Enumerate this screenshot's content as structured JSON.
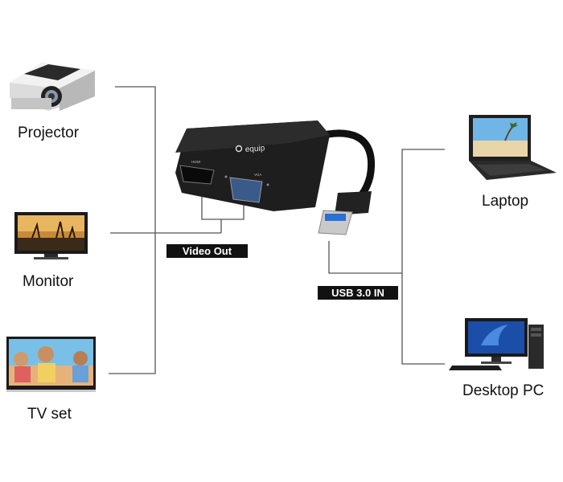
{
  "devices_left": {
    "projector": "Projector",
    "monitor": "Monitor",
    "tv": "TV set"
  },
  "devices_right": {
    "laptop": "Laptop",
    "desktop": "Desktop PC"
  },
  "tags": {
    "video_out": "Video Out",
    "usb_in": "USB 3.0 IN"
  },
  "adapter": {
    "brand": "equip",
    "hdmi_port_label": "HDMI",
    "vga_port_label": "VGA"
  },
  "colors": {
    "line": "#555555",
    "adapter_body": "#1e1e1e",
    "usb_blue": "#2a6fd6",
    "tag_bg": "#111111"
  },
  "icons": [
    "projector-icon",
    "monitor-icon",
    "tv-icon",
    "laptop-icon",
    "desktop-pc-icon",
    "usb-adapter-icon"
  ]
}
